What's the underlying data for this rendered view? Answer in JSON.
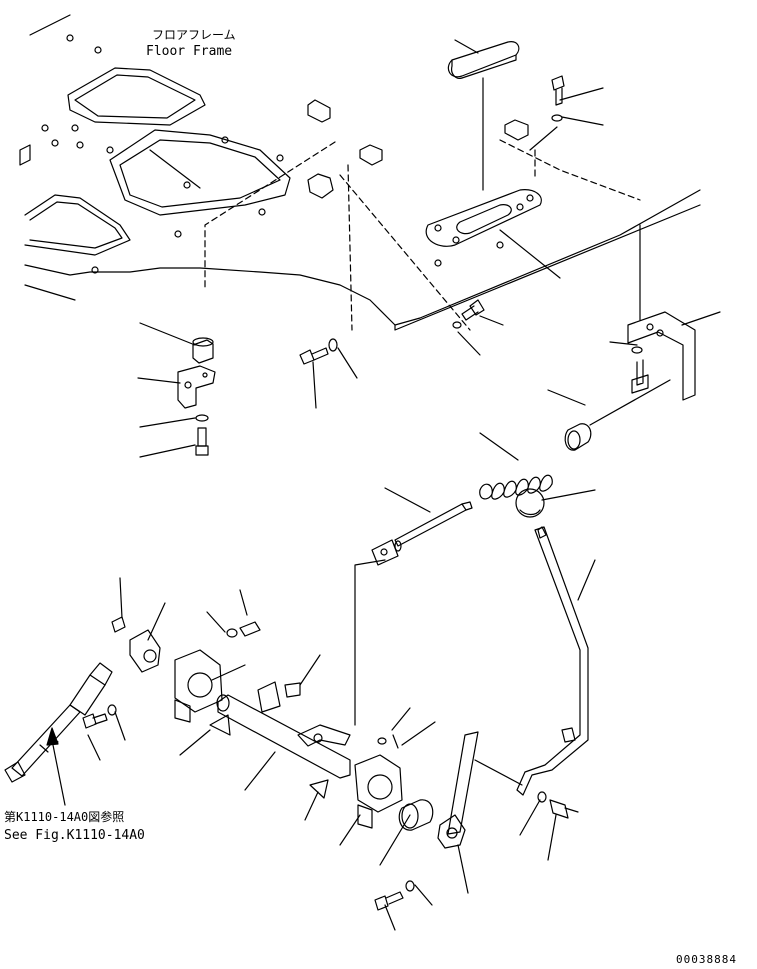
{
  "labels": {
    "floor_frame_jp": "フロアフレーム",
    "floor_frame_en": "Floor Frame",
    "ref_jp": "第K1110-14A0図参照",
    "ref_en": "See Fig.K1110-14A0",
    "drawing_number": "00038884"
  }
}
